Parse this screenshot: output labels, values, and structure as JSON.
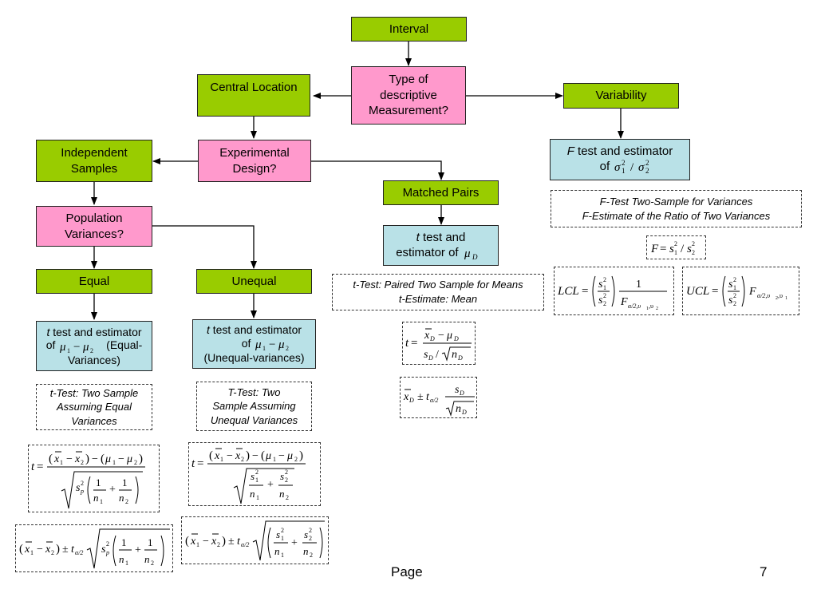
{
  "nodes": {
    "interval": "Interval",
    "type_of_measurement": "Type of\ndescriptive\nMeasurement?",
    "central_location": "Central Location",
    "variability": "Variability",
    "experimental_design": "Experimental\nDesign?",
    "independent_samples": "Independent\nSamples",
    "matched_pairs": "Matched Pairs",
    "population_variances": "Population\nVariances?",
    "equal": "Equal",
    "unequal": "Unequal"
  },
  "estimators": {
    "f_test": {
      "line1_italic": "F",
      "line1_rest": " test and estimator",
      "line2": "of"
    },
    "t_matched": {
      "line1_italic": "t",
      "line1_rest": " test and",
      "line2": "estimator of"
    },
    "t_equal": {
      "line1_italic": "t",
      "line1_rest": " test and estimator",
      "line2_prefix": "of",
      "line2_suffix": "(Equal-",
      "line3": "Variances)"
    },
    "t_unequal": {
      "line1_italic": "t",
      "line1_rest": " test and estimator",
      "line2": "of",
      "line3": "(Unequal-variances)"
    }
  },
  "excel_labels": {
    "f_test": "F-Test Two-Sample for Variances\nF-Estimate of the Ratio of Two Variances",
    "paired": "t-Test: Paired Two Sample for Means\nt-Estimate: Mean",
    "equal": "t-Test: Two Sample\nAssuming Equal\nVariances",
    "unequal": "T-Test: Two\nSample Assuming\nUnequal Variances"
  },
  "footer": {
    "page_label": "Page",
    "page_number": "7"
  },
  "colors": {
    "decision": "#ff99cc",
    "category": "#99cc00",
    "procedure": "#b9e1e7"
  }
}
